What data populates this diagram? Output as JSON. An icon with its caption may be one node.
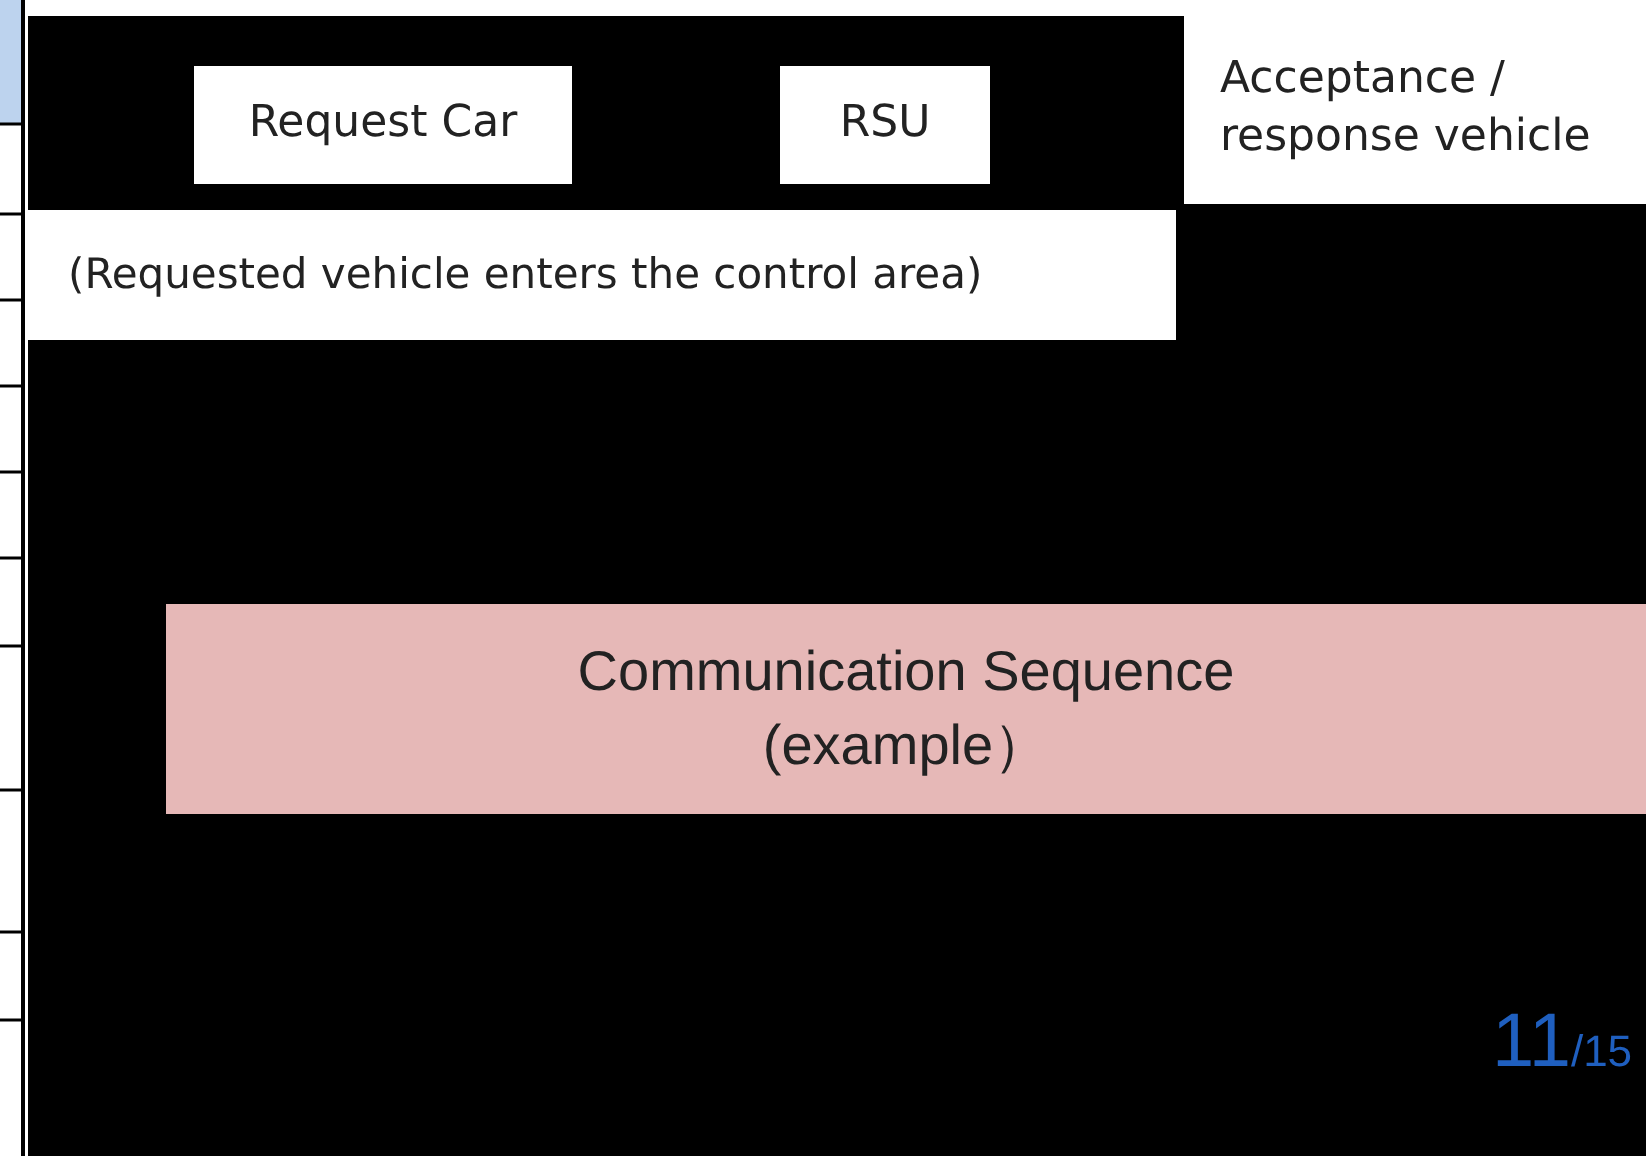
{
  "diagram": {
    "nodes": [
      {
        "text": [
          "Request Car"
        ]
      },
      {
        "text": [
          "RSU"
        ]
      },
      {
        "text": [
          "Acceptance / response vehicle"
        ]
      },
      {
        "text": [
          "(Requested vehicle enters the control area)"
        ]
      },
      {
        "text": [
          "Communication Sequence (example）"
        ]
      }
    ],
    "labels": [
      "11",
      "/15"
    ]
  }
}
